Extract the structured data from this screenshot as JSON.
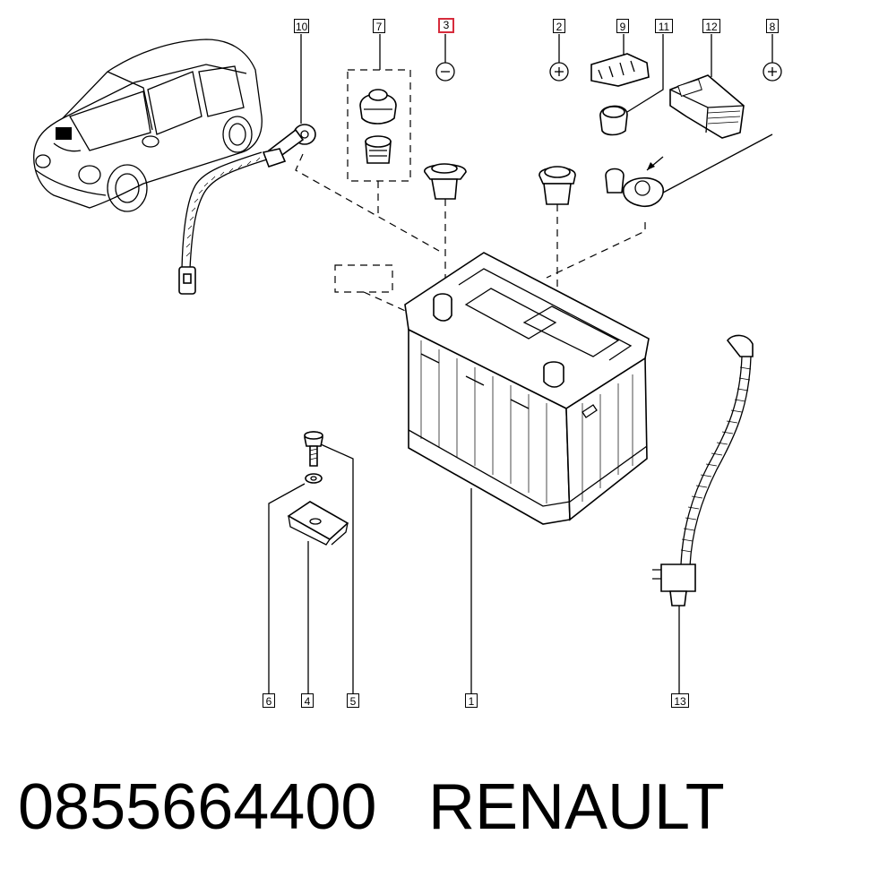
{
  "callouts": [
    {
      "id": "1",
      "label": "1"
    },
    {
      "id": "2",
      "label": "2"
    },
    {
      "id": "3",
      "label": "3"
    },
    {
      "id": "4",
      "label": "4"
    },
    {
      "id": "5",
      "label": "5"
    },
    {
      "id": "6",
      "label": "6"
    },
    {
      "id": "7",
      "label": "7"
    },
    {
      "id": "8",
      "label": "8"
    },
    {
      "id": "9",
      "label": "9"
    },
    {
      "id": "10",
      "label": "10"
    },
    {
      "id": "11",
      "label": "11"
    },
    {
      "id": "12",
      "label": "12"
    },
    {
      "id": "13",
      "label": "13"
    }
  ],
  "highlighted_callout": "3",
  "highlight_color": "#d62c3c",
  "terminal_signs": {
    "negative": "−",
    "positive": "+"
  },
  "footer": {
    "part_number": "0855664400",
    "brand": "RENAULT"
  }
}
